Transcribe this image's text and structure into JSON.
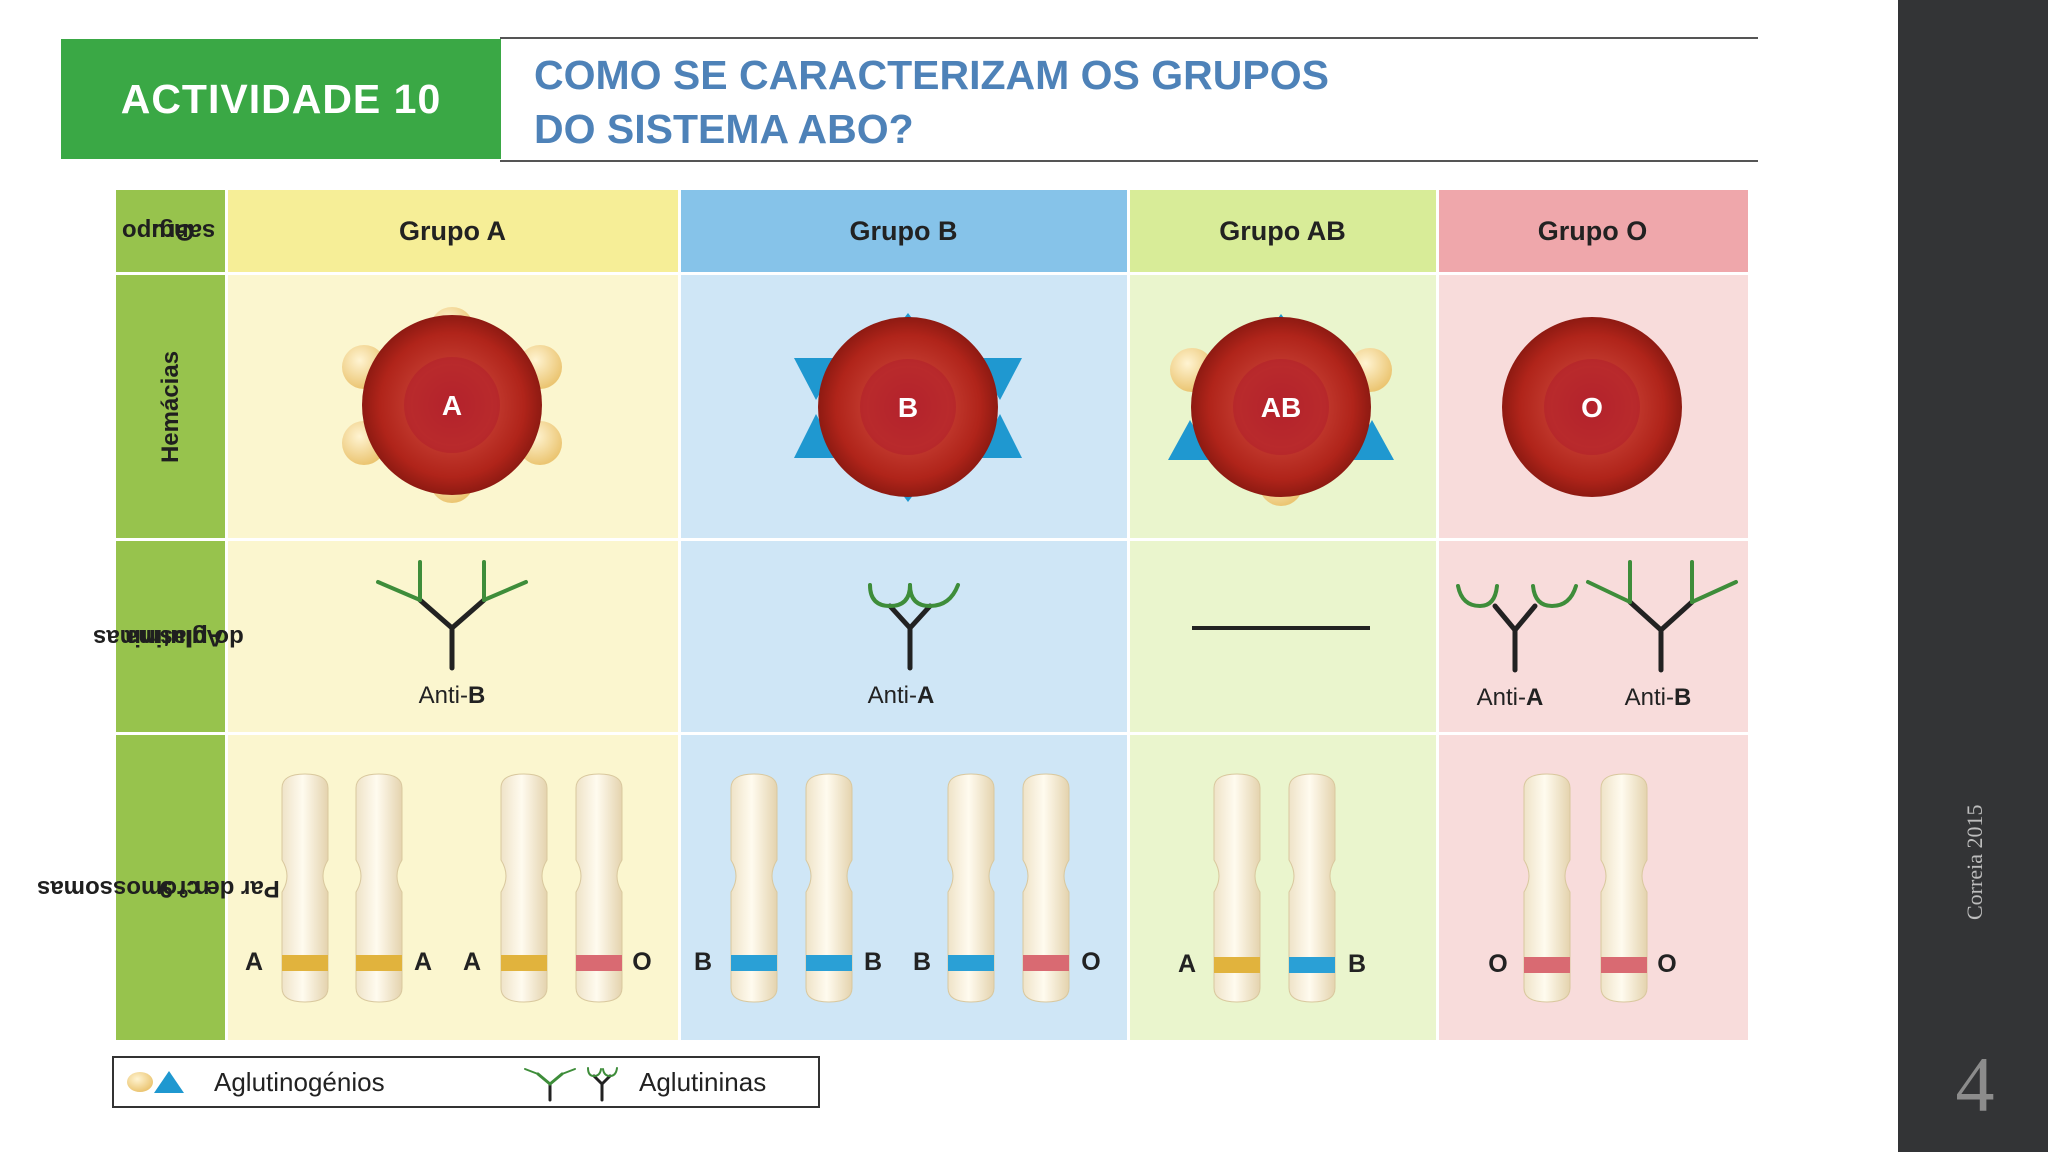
{
  "activity_label": "ACTIVIDADE 10",
  "title_lines": [
    "COMO SE CARACTERIZAM OS GRUPOS",
    "DO SISTEMA ABO?"
  ],
  "row_labels": {
    "blood_group": [
      "Grupo",
      "sang."
    ],
    "red_cells": "Hemácias",
    "agglutinins": [
      "Aglutininas",
      "do plasma"
    ],
    "chromosomes": [
      "Par de cromossomas",
      "n.º 9"
    ]
  },
  "groups": [
    {
      "header": "Grupo A",
      "cell_label": "A",
      "antibodies": [
        "Anti-B"
      ],
      "antibody_bold": [
        "B"
      ],
      "pairs": [
        [
          "A",
          "A"
        ],
        [
          "A",
          "O"
        ]
      ]
    },
    {
      "header": "Grupo B",
      "cell_label": "B",
      "antibodies": [
        "Anti-A"
      ],
      "antibody_bold": [
        "A"
      ],
      "pairs": [
        [
          "B",
          "B"
        ],
        [
          "B",
          "O"
        ]
      ]
    },
    {
      "header": "Grupo AB",
      "cell_label": "AB",
      "antibodies": [],
      "antibody_bold": [],
      "pairs": [
        [
          "A",
          "B"
        ]
      ]
    },
    {
      "header": "Grupo O",
      "cell_label": "O",
      "antibodies": [
        "Anti-A",
        "Anti-B"
      ],
      "antibody_bold": [
        "A",
        "B"
      ],
      "pairs": [
        [
          "O",
          "O"
        ]
      ]
    }
  ],
  "legend": {
    "agglutinogens": "Aglutinogénios",
    "agglutinins": "Aglutininas"
  },
  "footer": "Correia 2015",
  "slide_number": "4",
  "colors": {
    "activity_green": "#3aa845",
    "title_blue": "#4e82b8",
    "label_column": "#97c34d",
    "group_a_bg": "#fbf6cf",
    "group_b_bg": "#cfe6f6",
    "group_ab_bg": "#eaf5cd",
    "group_o_bg": "#f8dcdb",
    "antigen_a": "#f3d184",
    "antigen_b": "#1f98d0",
    "red_cell": "#b5261c",
    "sidebar": "#333436"
  }
}
